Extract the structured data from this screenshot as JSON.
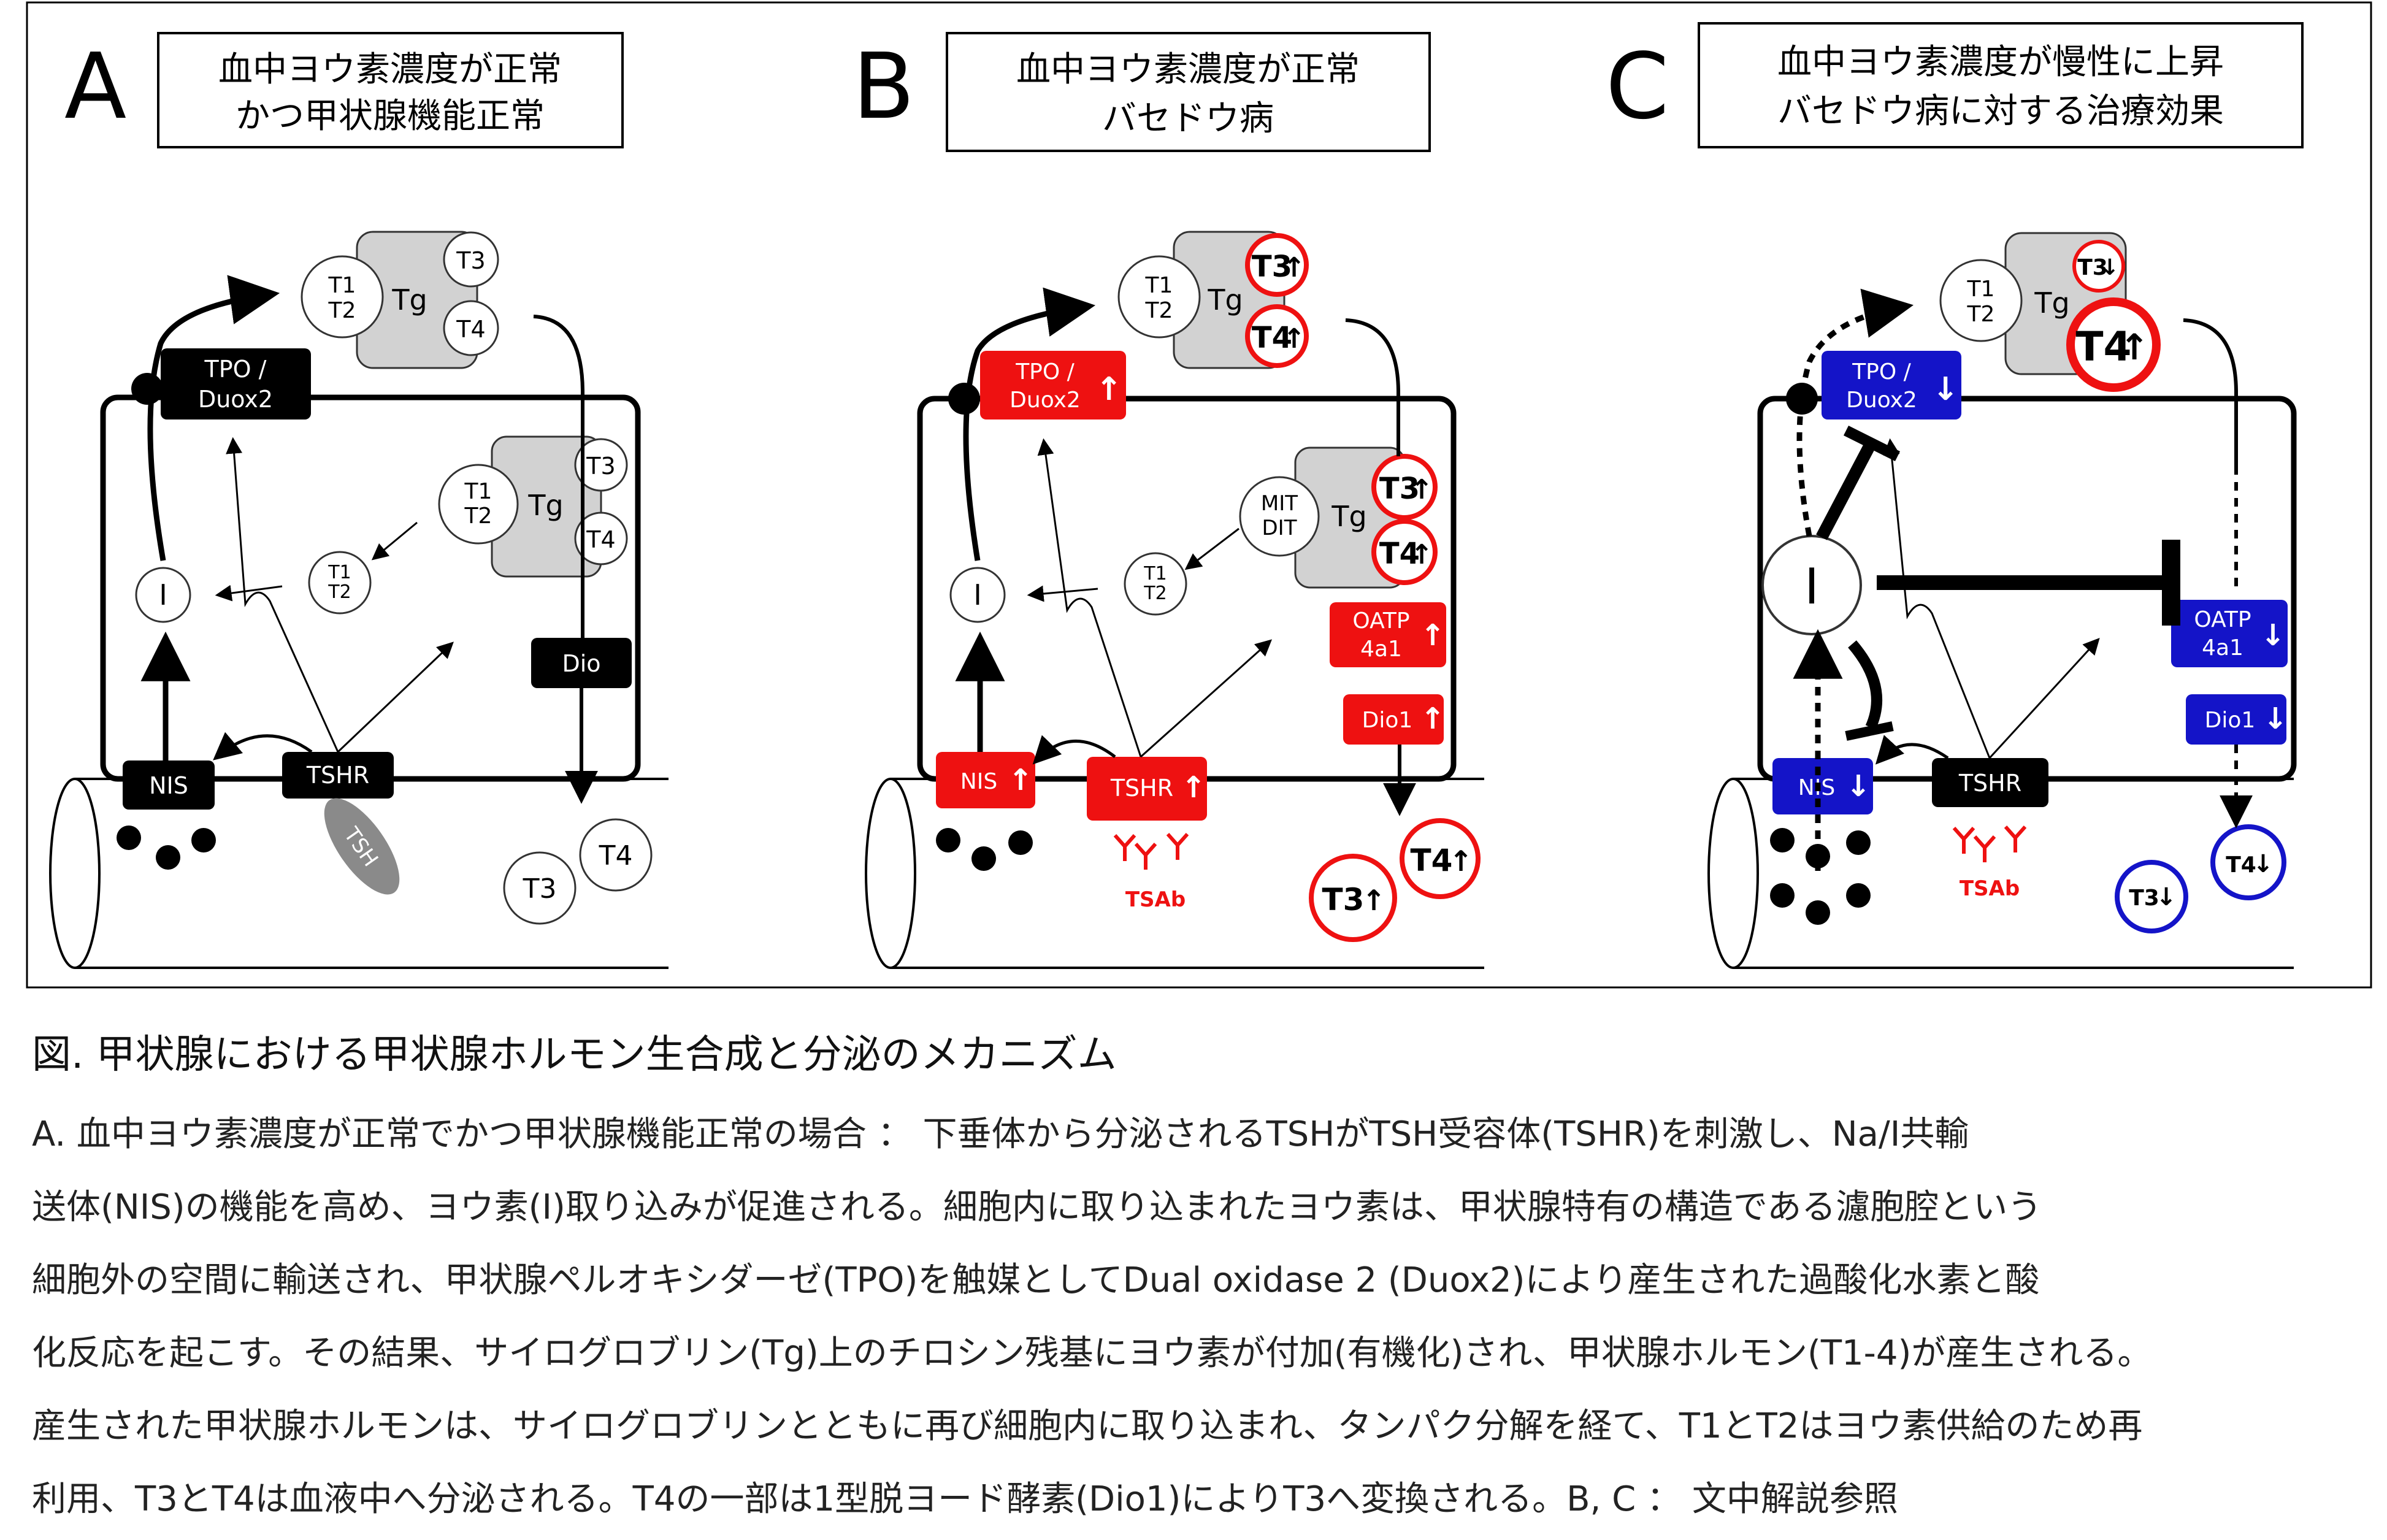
{
  "panels": [
    {
      "letter": "A",
      "title_lines": [
        "血中ヨウ素濃度が正常",
        "かつ甲状腺機能正常"
      ]
    },
    {
      "letter": "B",
      "title_lines": [
        "血中ヨウ素濃度が正常",
        "バセドウ病"
      ]
    },
    {
      "letter": "C",
      "title_lines": [
        "血中ヨウ素濃度が慢性に上昇",
        "バセドウ病に対する治療効果"
      ]
    }
  ],
  "labels": {
    "tg": "Tg",
    "t1": "T1",
    "t2": "T2",
    "t3": "T3",
    "t4": "T4",
    "i": "I",
    "tpo": "TPO /",
    "duox2": "Duox2",
    "nis": "NIS",
    "tshr": "TSHR",
    "tsh": "TSH",
    "dio": "Dio",
    "dio1": "Dio1",
    "oatp": "OATP",
    "oatp_sub": "4a1",
    "mit": "MIT",
    "dit": "DIT",
    "tsab": "TSAb",
    "up": "↑",
    "down": "↓"
  },
  "colors": {
    "black": "#000000",
    "red": "#ee1111",
    "blue": "#1414c8",
    "gray": "#d2d2d2",
    "tsh_gray": "#8a8a8a"
  },
  "caption": {
    "title": "図. 甲状腺における甲状腺ホルモン生合成と分泌のメカニズム",
    "lines": [
      "A. 血中ヨウ素濃度が正常でかつ甲状腺機能正常の場合 ： 下垂体から分泌されるTSHがTSH受容体(TSHR)を刺激し、Na/I共輸",
      "送体(NIS)の機能を高め、ヨウ素(I)取り込みが促進される。細胞内に取り込まれたヨウ素は、甲状腺特有の構造である濾胞腔という",
      "細胞外の空間に輸送され、甲状腺ペルオキシダーゼ(TPO)を触媒としてDual oxidase 2 (Duox2)により産生された過酸化水素と酸",
      "化反応を起こす。その結果、サイログロブリン(Tg)上のチロシン残基にヨウ素が付加(有機化)され、甲状腺ホルモン(T1-4)が産生される。",
      "産生された甲状腺ホルモンは、サイログロブリンとともに再び細胞内に取り込まれ、タンパク分解を経て、T1とT2はヨウ素供給のため再",
      "利用、T3とT4は血液中へ分泌される。T4の一部は1型脱ヨード酵素(Dio1)によりT3へ変換される。B, C ： 文中解説参照"
    ]
  }
}
